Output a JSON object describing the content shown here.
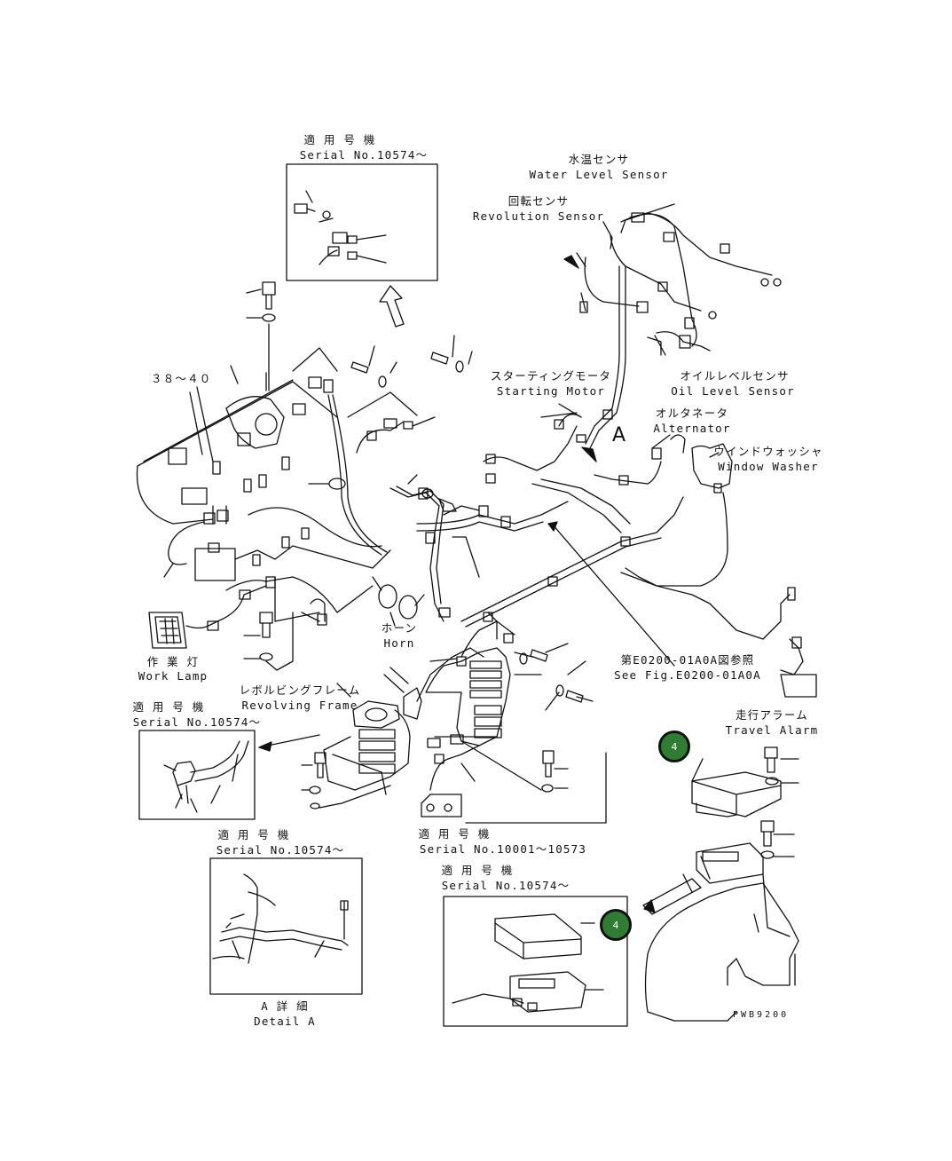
{
  "labels": {
    "serial_top_jp": "適 用 号 機",
    "serial_top": "Serial No.10574～",
    "water_jp": "水温センサ",
    "water_en": "Water Level Sensor",
    "revolution_jp": "回転センサ",
    "revolution_en": "Revolution Sensor",
    "range_3840": "３８～４０",
    "starting_jp": "スターティングモータ",
    "starting_en": "Starting Motor",
    "oil_jp": "オイルレベルセンサ",
    "oil_en": "Oil Level Sensor",
    "alternator_jp": "オルタネータ",
    "alternator_en": "Alternator",
    "detail_letter": "A",
    "washer_jp": "ウインドウォッシャ",
    "washer_en": "Window Washer",
    "horn_jp": "ホーン",
    "horn_en": "Horn",
    "work_lamp_jp": "作 業 灯",
    "work_lamp_en": "Work Lamp",
    "see_fig_jp": "第E0200-01A0A図参照",
    "see_fig_en": "See Fig.E0200-01A0A",
    "revolving_jp": "レボルビングフレーム",
    "revolving_en": "Revolving Frame",
    "serial_left_jp": "適 用 号 機",
    "serial_left": "Serial No.10574～",
    "travel_jp": "走行アラーム",
    "travel_en": "Travel Alarm",
    "serial_mid_jp": "適 用 号 機",
    "serial_mid": "Serial No.10001～10573",
    "serial_detail_jp": "適 用 号 機",
    "serial_detail": "Serial No.10574～",
    "serial_bottom_jp": "適 用 号 機",
    "serial_bottom": "Serial No.10574～",
    "detail_a_jp": "A 詳 細",
    "detail_a_en": "Detail A",
    "drawing_code": "PWB9200"
  },
  "callouts": [
    "4",
    "4"
  ],
  "colors": {
    "line": "#111111",
    "callout_fill": "#2e7d32",
    "callout_text": "#ffffff"
  }
}
